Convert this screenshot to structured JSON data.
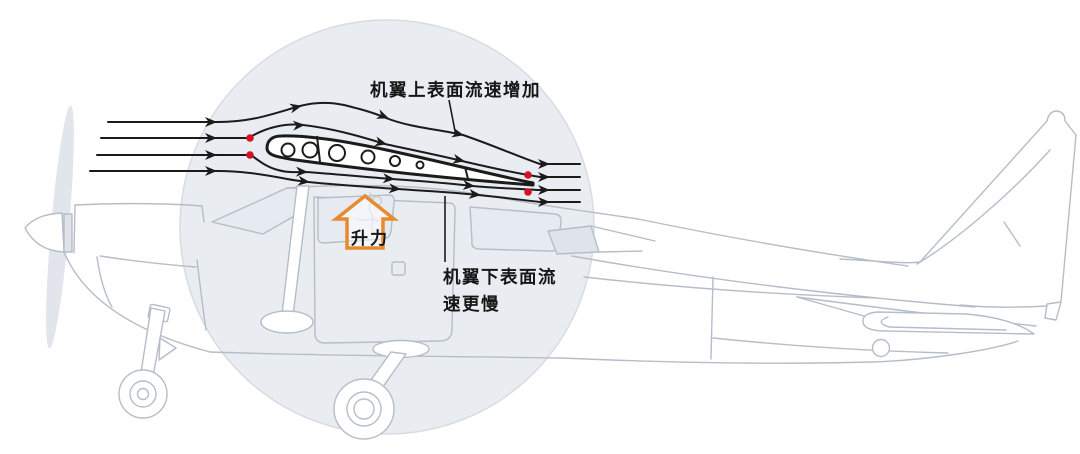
{
  "diagram": {
    "labels": {
      "upper_surface_flow": "机翼上表面流速增加",
      "lower_surface_flow": "机翼下表面流速更慢",
      "lower_surface_flow_line1": "机翼下表面流",
      "lower_surface_flow_line2": "速更慢",
      "lift": "升力"
    },
    "colors": {
      "streamline": "#1b1b1b",
      "stagnation_dot": "#d11325",
      "lift_arrow": "#e88a2f",
      "airfoil_outline": "#1b1b1b",
      "airfoil_fill": "#ffffff",
      "airplane_line": "#b5bdc9",
      "backdrop_circle_fill": "#e9edf1",
      "backdrop_circle_edge": "#d8dce1",
      "window_fill": "#e6ebf1"
    },
    "flow": {
      "incoming_streamlines": 4,
      "exit_streamlines": 4,
      "stagnation_dots": 4,
      "airfoil_lightening_holes": 6,
      "flow_direction": "left-to-right"
    },
    "airplane": {
      "style": "light gray single-engine high-wing airplane side-view line art"
    }
  }
}
